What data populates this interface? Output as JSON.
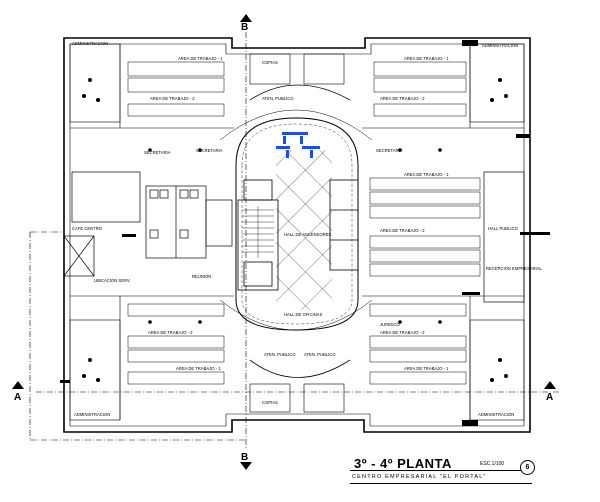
{
  "title": "3º - 4º PLANTA",
  "scale": "ESC.1/100",
  "subtitle": "CENTRO EMPRESARIAL \"EL PORTAL\"",
  "sheet_number": "6",
  "section_markers": {
    "a": "A",
    "b": "B"
  },
  "rooms": {
    "admin": "ADMINISTRACION",
    "admin_t2": "ADMINISTRACION",
    "admin_bl": "ADMINISTRACION",
    "admin_br": "ADMINISTRACION",
    "area1_tl": "AREA DE TRABAJO - 1",
    "area2_tl": "AREA DE TRABAJO - 2",
    "area1_tr": "AREA DE TRABAJO - 1",
    "area2_tr": "AREA DE TRABAJO - 2",
    "area1_mr": "AREA DE TRABAJO - 1",
    "area2_mr": "AREA DE TRABAJO - 2",
    "area1_bl": "AREA DE TRABAJO - 1",
    "area2_bl": "AREA DE TRABAJO - 2",
    "area1_br": "AREA DE TRABAJO - 1",
    "area2_br": "AREA DE TRABAJO - 2",
    "copias_t": "COPIAS",
    "copias_b": "COPIAS",
    "aten_pub_t": "ATEN. PUBLICO",
    "aten_pub_b1": "ATEN. PUBLICO",
    "aten_pub_b2": "ATEN. PUBLICO",
    "secretaria_l": "SECRETARIA",
    "secretaria_r": "SECRETARIA",
    "secretaria_c": "SECRETARIA",
    "hall": "HALL DE ASCENSORES",
    "hall_b": "HALL DE OFICINAS",
    "cafe": "CAFE CENTRO",
    "reunion": "REUNION",
    "ubicacion": "UBICACION SERV.",
    "hall_publico": "HALL PUBLICO",
    "recepcion": "RECEPCION EMPRESARIAL",
    "juridico": "JURIDICO"
  }
}
